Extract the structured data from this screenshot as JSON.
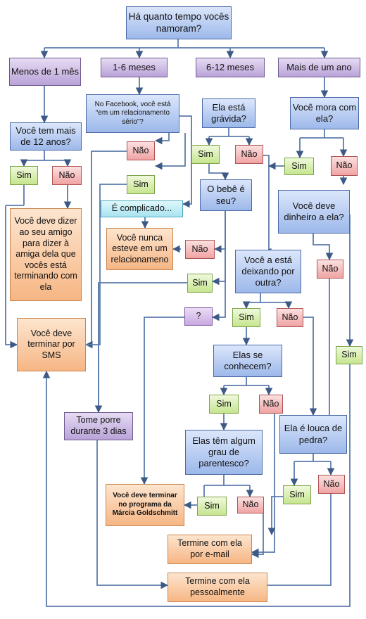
{
  "flowchart": {
    "root": "Há quanto tempo vocês namoram?",
    "branches": {
      "lt1": "Menos de 1 mês",
      "m1_6": "1-6 meses",
      "m6_12": "6-12 meses",
      "gt1y": "Mais de um ano"
    },
    "col1": {
      "q_over12": "Você tem mais de 12 anos?",
      "sim": "Sim",
      "nao": "Não",
      "tell_friend": "Você deve dizer ao seu amigo para dizer à amiga dela que vocês está terminando com ela",
      "sms": "Você deve terminar por SMS",
      "porre": "Tome porre durante 3 dias"
    },
    "col2": {
      "facebook": "No Facebook, você está “em um relacionamento sério”?",
      "nao": "Não",
      "sim": "Sim",
      "complicado": "É complicado...",
      "never_rel": "Você nunca esteve em um relacionameno",
      "nao2": "Não",
      "sim2": "Sim",
      "question_mark": "?",
      "marcia": "Você deve terminar no programa da Márcia Goldschmitt"
    },
    "col3": {
      "pregnant": "Ela está grávida?",
      "sim": "Sim",
      "nao": "Não",
      "baby": "O bebê é seu?",
      "leaving": "Você a está deixando por outra?",
      "sim2": "Sim",
      "nao2": "Não",
      "know_each": "Elas se conhecem?",
      "sim3": "Sim",
      "nao3": "Não",
      "related": "Elas têm algum grau de parentesco?",
      "sim4": "Sim",
      "nao4": "Não",
      "email": "Termine com ela por e-mail",
      "pessoal": "Termine com ela pessoalmente"
    },
    "col4": {
      "live": "Você mora com ela?",
      "sim": "Sim",
      "nao": "Não",
      "owe": "Você deve dinheiro a ela?",
      "nao2": "Não",
      "sim2": "Sim",
      "crazy": "Ela é louca de pedra?",
      "sim3": "Sim",
      "nao3": "Não"
    }
  }
}
